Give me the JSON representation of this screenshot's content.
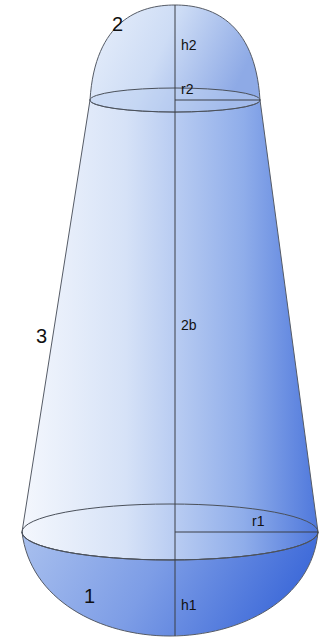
{
  "diagram": {
    "labels": [
      "2",
      "h2",
      "r2",
      "3",
      "2b",
      "r1",
      "1",
      "h1"
    ]
  }
}
